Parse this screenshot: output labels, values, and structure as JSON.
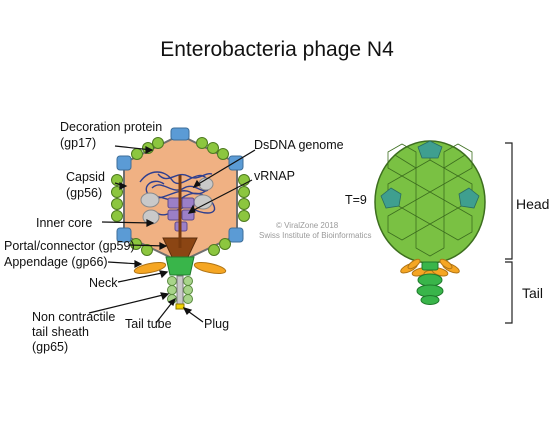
{
  "title": "Enterobacteria phage N4",
  "labels": {
    "decoration_protein": "Decoration protein",
    "decoration_protein_id": "(gp17)",
    "capsid": "Capsid",
    "capsid_id": "(gp56)",
    "inner_core": "Inner core",
    "portal": "Portal/connector (gp59)",
    "appendage": "Appendage (gp66)",
    "neck": "Neck",
    "sheath_line1": "Non contractile",
    "sheath_line2": "tail sheath",
    "sheath_id": "(gp65)",
    "tail_tube": "Tail tube",
    "plug": "Plug",
    "dsdna": "DsDNA genome",
    "vrnap": "vRNAP"
  },
  "right_panel": {
    "triangulation": "T=9",
    "head": "Head",
    "tail": "Tail"
  },
  "watermark": {
    "line1": "© ViralZone 2018",
    "line2": "Swiss Institute of Bioinformatics"
  },
  "colors": {
    "capsid_fill": "#f0b183",
    "decoration_green": "#8cc63f",
    "decoration_blue": "#5b9bd5",
    "head_green": "#7ac143",
    "head_teal": "#3f9f8f",
    "appendage_orange": "#f5a623",
    "neck_green": "#39b54a",
    "portal_brown": "#8b4513",
    "vrnap_purple": "#9b7fc7"
  }
}
